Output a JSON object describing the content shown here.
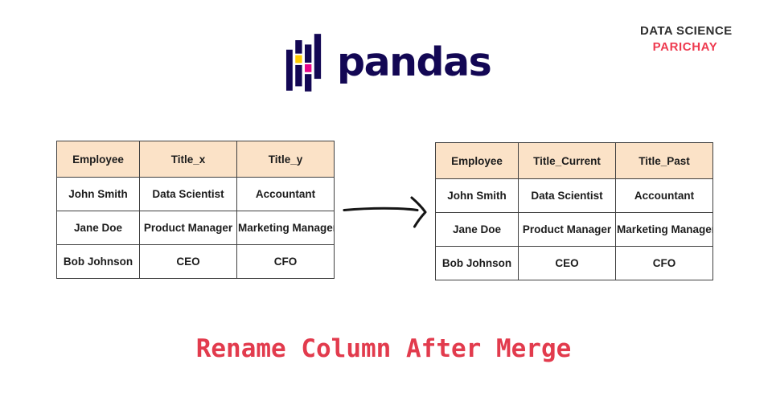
{
  "logo": {
    "wordmark": "pandas",
    "mark_icon": "pandas-bars-logo"
  },
  "branding": {
    "line1": "DATA SCIENCE",
    "line2": "PARICHAY"
  },
  "tables": {
    "left": {
      "headers": [
        "Employee",
        "Title_x",
        "Title_y"
      ],
      "rows": [
        [
          "John Smith",
          "Data Scientist",
          "Accountant"
        ],
        [
          "Jane Doe",
          "Product Manager",
          "Marketing Manager"
        ],
        [
          "Bob Johnson",
          "CEO",
          "CFO"
        ]
      ]
    },
    "right": {
      "headers": [
        "Employee",
        "Title_Current",
        "Title_Past"
      ],
      "rows": [
        [
          "John Smith",
          "Data Scientist",
          "Accountant"
        ],
        [
          "Jane Doe",
          "Product Manager",
          "Marketing Manager"
        ],
        [
          "Bob Johnson",
          "CEO",
          "CFO"
        ]
      ]
    }
  },
  "arrow": {
    "icon": "right-arrow",
    "direction": "right"
  },
  "caption": {
    "text": "Rename Column After Merge"
  },
  "colors": {
    "navy": "#130754",
    "logo_yellow": "#ffca00",
    "logo_pink": "#e70488",
    "header_bg": "#fbe2c7",
    "table_border": "#3f3f3f",
    "table_text": "#1c1c1c",
    "caption_red": "#e23b4d",
    "brand_dark": "#2f2f2f",
    "brand_red": "#ee3a4f",
    "arrow_black": "#151515"
  }
}
